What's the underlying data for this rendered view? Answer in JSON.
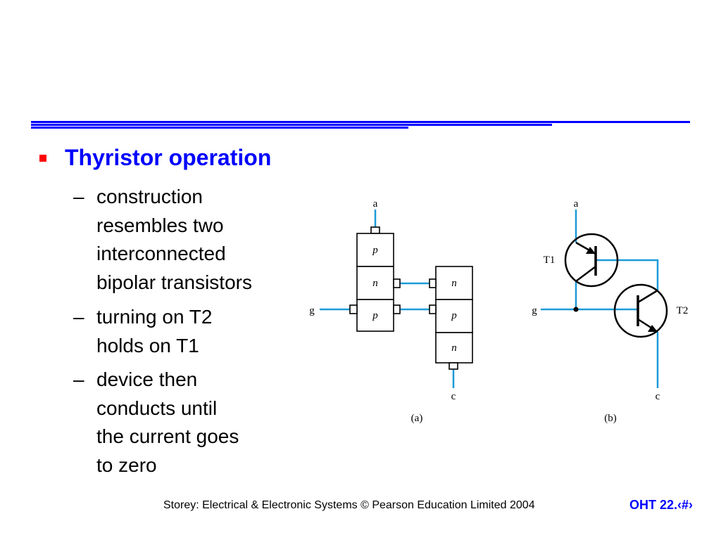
{
  "slide": {
    "heading": "Thyristor operation",
    "bullets": [
      {
        "dash": "–",
        "lines": [
          "construction",
          "resembles two",
          "interconnected",
          "bipolar transistors"
        ]
      },
      {
        "dash": "–",
        "lines": [
          "turning on T2",
          "holds on T1"
        ]
      },
      {
        "dash": "–",
        "lines": [
          "device then",
          "conducts until",
          "the current goes",
          "to zero"
        ]
      }
    ]
  },
  "diagram_a": {
    "anode_label": "a",
    "gate_label": "g",
    "cathode_label": "c",
    "left_stack": [
      "p",
      "n",
      "p"
    ],
    "right_stack": [
      "n",
      "p",
      "n"
    ],
    "caption": "(a)"
  },
  "diagram_b": {
    "anode_label": "a",
    "gate_label": "g",
    "cathode_label": "c",
    "transistor1_label": "T1",
    "transistor2_label": "T2",
    "caption": "(b)"
  },
  "footer": {
    "citation": "Storey: Electrical & Electronic Systems © Pearson Education Limited 2004",
    "slide_number": "OHT 22.‹#›"
  },
  "colors": {
    "rule": "#0000ff",
    "heading": "#0000ff",
    "bullet": "#ff0000",
    "wire": "#1a9bd7"
  }
}
